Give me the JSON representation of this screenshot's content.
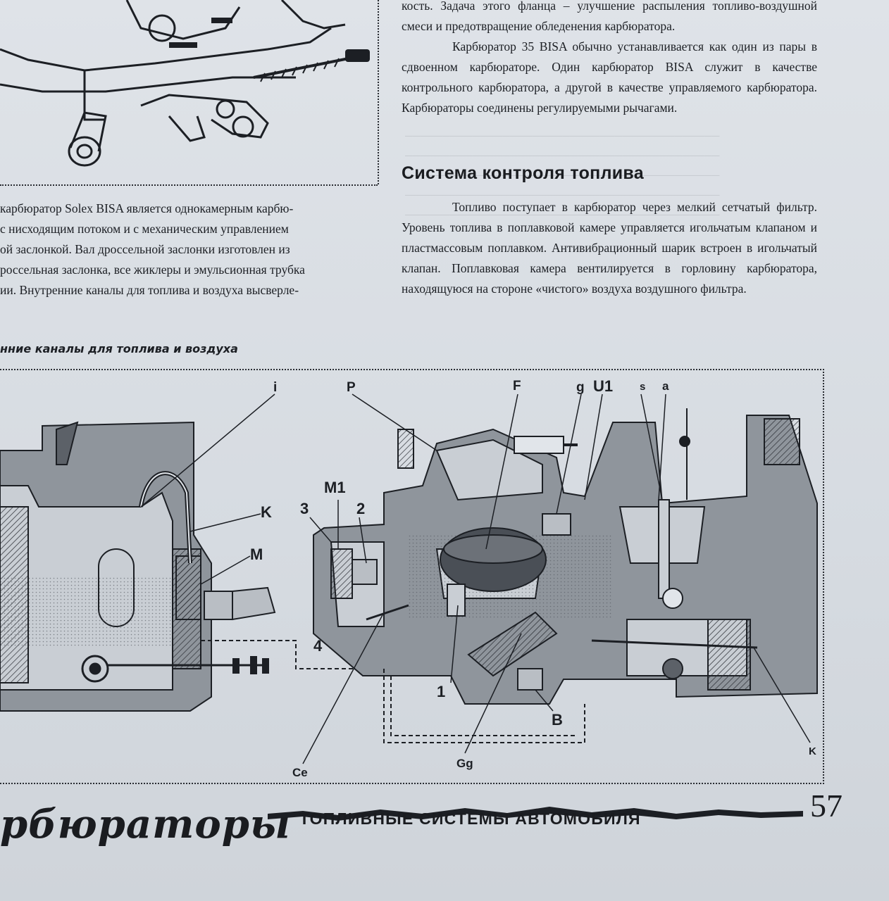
{
  "right_column": {
    "paragraphs": [
      "кость. Задача этого фланца – улучшение распыления топливо-воздушной смеси и предотвращение обледенения карбюратора.",
      "Карбюратор 35 BISA обычно устанавливается как один из пары в сдвоенном карбюраторе. Один карбюратор BISA служит в качестве контрольного карбюратора, а другой в качестве управляемого карбюратора. Карбюраторы соединены регулируемыми рычагами."
    ],
    "heading": "Система контроля топлива",
    "paragraph_fuel": "Топливо поступает в карбюратор через мелкий сетчатый фильтр. Уровень топлива в поплавковой камере управляется игольчатым клапаном и пластмассовым поплавком. Антивибрационный шарик встроен в игольчатый клапан. Поплавковая камера вентилируется в горловину карбюратора, находящуюся на стороне «чистого» воздуха воздушного фильтра."
  },
  "left_column": {
    "lines": [
      "карбюратор Solex BISA является однокамерным карбю-",
      "с нисходящим потоком и с механическим управлением",
      "ой заслонкой. Вал дроссельной заслонки изготовлен из",
      "россельная заслонка, все жиклеры и эмульсионная трубка",
      "ии. Внутренние каналы для топлива и воздуха высверле-"
    ]
  },
  "figure": {
    "caption": "нние каналы для топлива и воздуха",
    "labels": {
      "i": "i",
      "P": "P",
      "F": "F",
      "g": "g",
      "U1": "U1",
      "s": "s",
      "a": "a",
      "K_upper": "K",
      "M": "M",
      "M1": "M1",
      "n3": "3",
      "n2": "2",
      "n4": "4",
      "n1": "1",
      "B": "B",
      "Ce": "Ce",
      "Gg": "Gg",
      "K_lower": "K"
    }
  },
  "footer": {
    "title": "рбюраторы",
    "subtitle": "ТОПЛИВНЫЕ СИСТЕМЫ АВТОМОБИЛЯ",
    "page_number": "57"
  }
}
